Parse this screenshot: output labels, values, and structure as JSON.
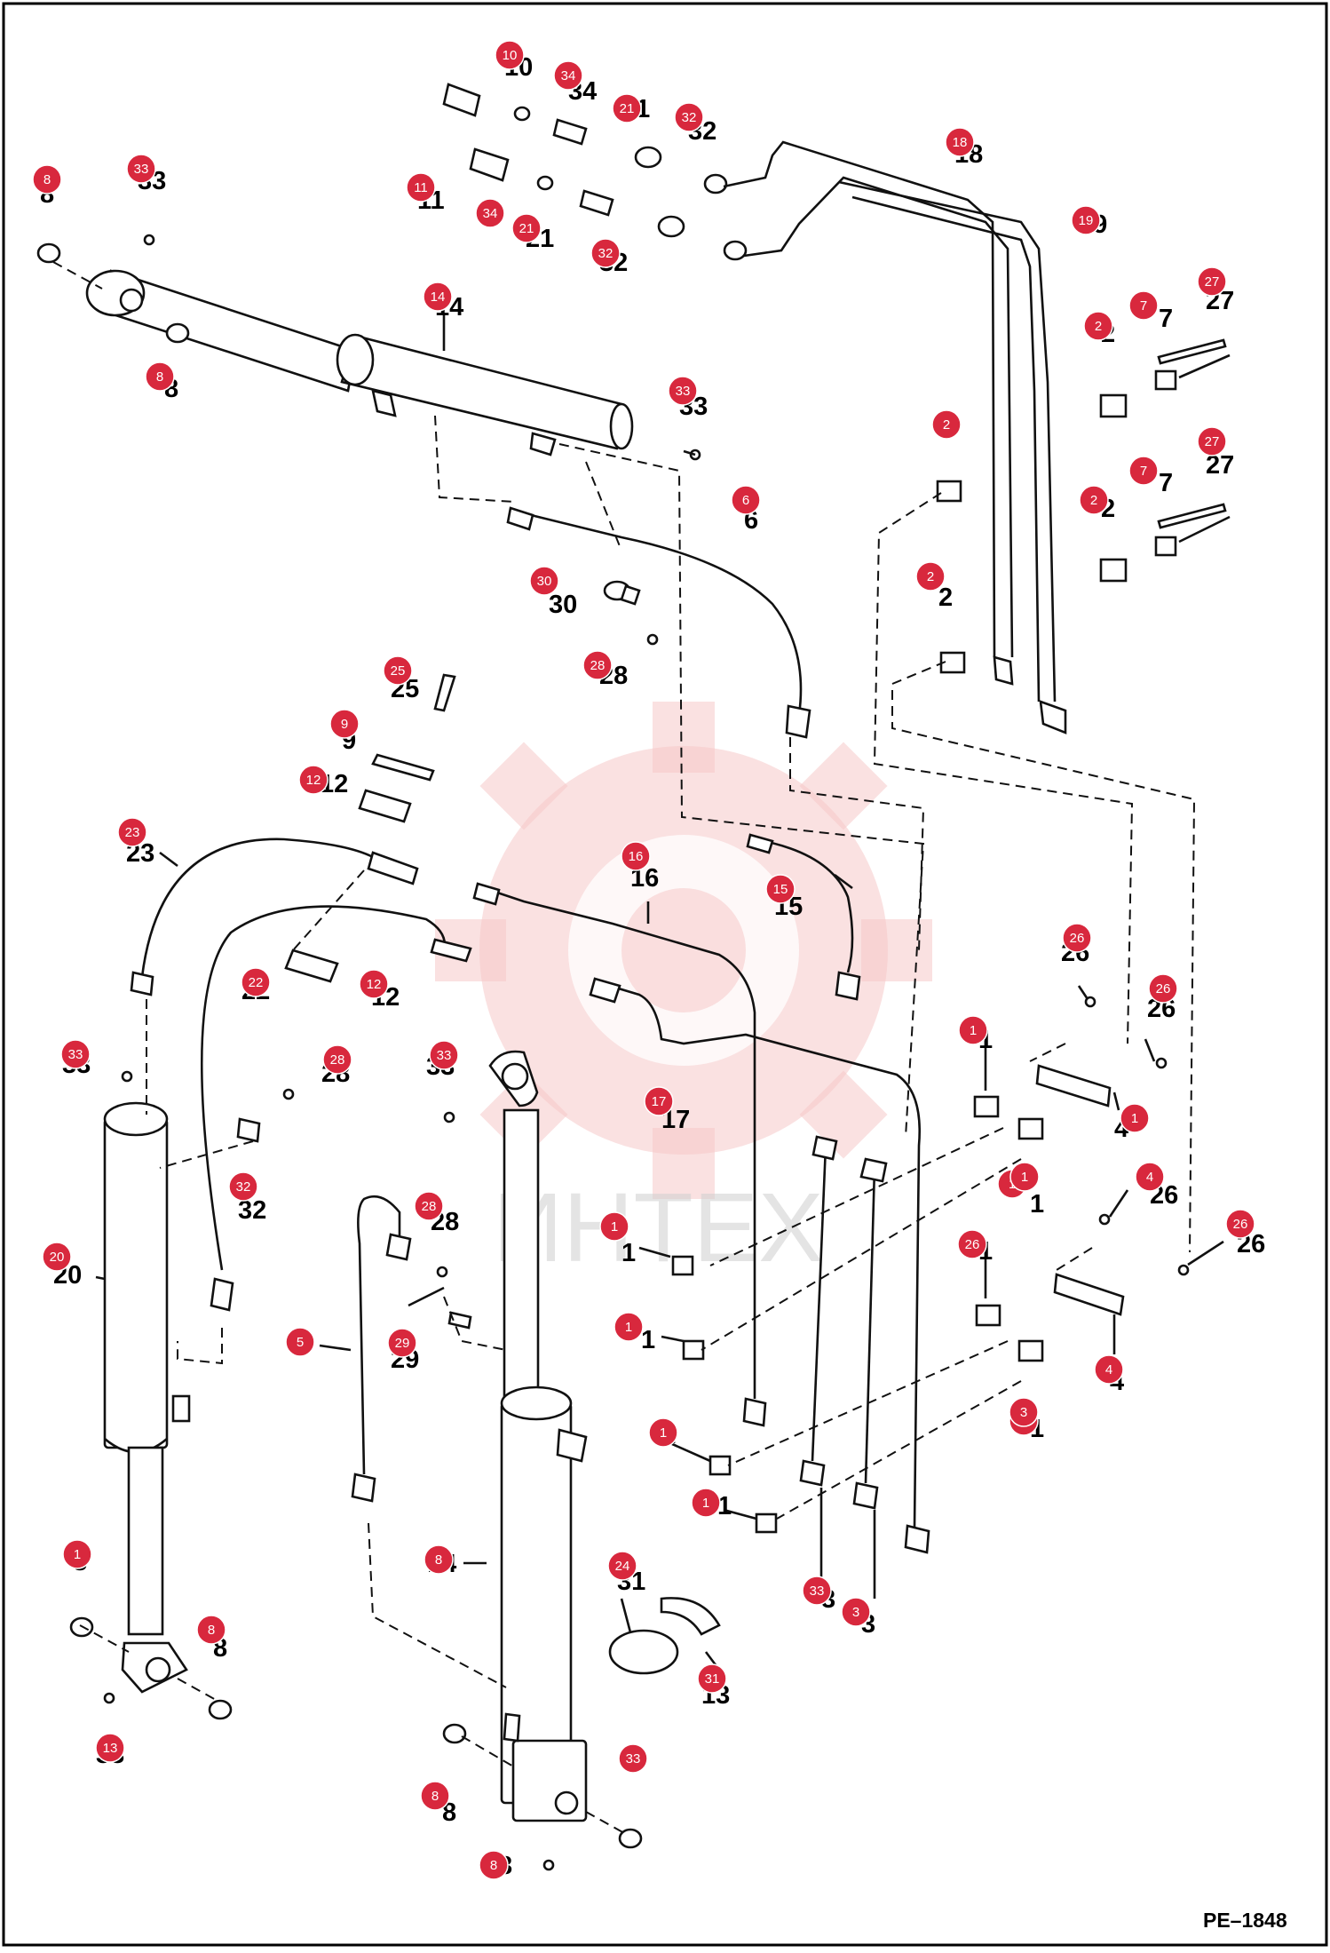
{
  "diagram": {
    "reference": "PE–1848",
    "watermark": "ИНТЕХ",
    "callouts": [
      "10",
      "34",
      "21",
      "32",
      "11",
      "34",
      "21",
      "32",
      "18",
      "19",
      "8",
      "33",
      "14",
      "8",
      "33",
      "27",
      "7",
      "2",
      "27",
      "7",
      "2",
      "2",
      "2",
      "6",
      "30",
      "28",
      "25",
      "9",
      "12",
      "23",
      "16",
      "15",
      "22",
      "12",
      "26",
      "26",
      "1",
      "1",
      "1",
      "4",
      "26",
      "26",
      "33",
      "28",
      "33",
      "17",
      "32",
      "28",
      "20",
      "5",
      "29",
      "1",
      "1",
      "1",
      "1",
      "1",
      "1",
      "4",
      "1",
      "8",
      "8",
      "24",
      "31",
      "13",
      "33",
      "8",
      "8",
      "33",
      "3",
      "3"
    ]
  }
}
